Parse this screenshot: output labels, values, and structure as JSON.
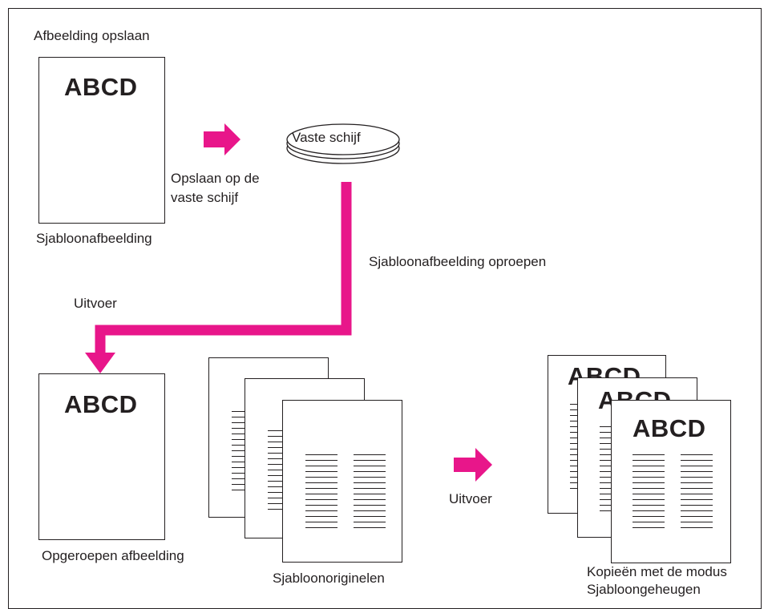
{
  "title": "Afbeelding opslaan",
  "template_page_text": "ABCD",
  "template_caption": "Sjabloonafbeelding",
  "save_label_line1": "Opslaan op de",
  "save_label_line2": "vaste schijf",
  "disk_label": "Vaste schijf",
  "recall_label": "Sjabloonafbeelding oproepen",
  "output_label_top": "Uitvoer",
  "recalled_page_text": "ABCD",
  "recalled_caption": "Opgeroepen afbeelding",
  "originals_caption": "Sjabloonoriginelen",
  "output_label_bottom": "Uitvoer",
  "copy_page_text": "ABCD",
  "copies_caption_line1": "Kopieën met de modus",
  "copies_caption_line2": "Sjabloongeheugen",
  "colors": {
    "arrow": "#e8168a",
    "ink": "#231f20"
  }
}
